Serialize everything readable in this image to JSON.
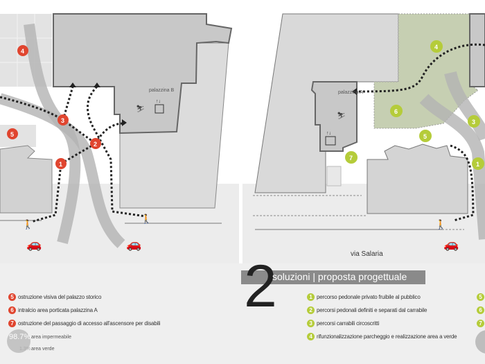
{
  "colors": {
    "problem": "#e0452f",
    "solution": "#b5cc3a",
    "green_area": "#c6cfb2",
    "building": "#c9c9c9"
  },
  "left_map": {
    "building_label": "palazzina B",
    "markers": [
      "4",
      "3",
      "5",
      "2",
      "1"
    ]
  },
  "right_map": {
    "building_label": "palazzina A",
    "street_label": "via Salaria",
    "markers": [
      "4",
      "6",
      "3",
      "5",
      "7",
      "1"
    ]
  },
  "section": {
    "number": "2",
    "title_a": "soluzioni",
    "separator": "|",
    "title_b": "proposta progettuale"
  },
  "problems_legend": [
    {
      "n": "5",
      "text": "ostruzione visiva del palazzo storico"
    },
    {
      "n": "6",
      "text": "intralcio area porticata palazzina A"
    },
    {
      "n": "7",
      "text": "ostruzione del passaggio di accesso all'ascensore per disabili"
    }
  ],
  "solutions_legend": [
    {
      "n": "1",
      "text": "percorso pedonale privato fruibile al pubblico"
    },
    {
      "n": "2",
      "text": "percorsi pedonali definiti e separati dal carrabile"
    },
    {
      "n": "3",
      "text": "percorsi carrabili circoscritti"
    },
    {
      "n": "4",
      "text": "rifunzionalizzazione parcheggio e realizzazione area a verde"
    }
  ],
  "cut_legend": [
    "5",
    "6",
    "7"
  ],
  "area_stats": {
    "impermeable_pct": "98.7%",
    "impermeable_label": "area impermeabile",
    "green_pct": "1.3%",
    "green_label": "area verde",
    "impermeable_fraction": 0.987
  }
}
